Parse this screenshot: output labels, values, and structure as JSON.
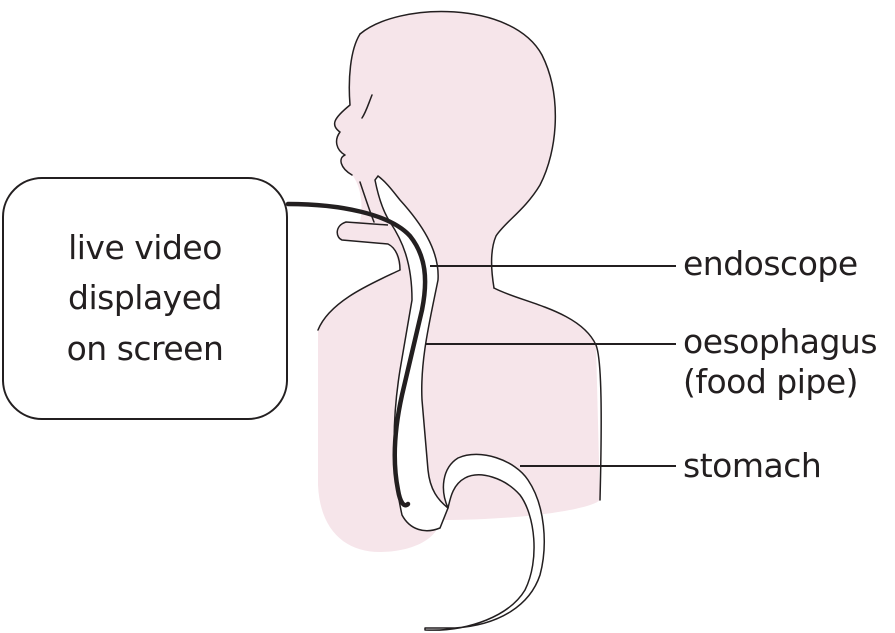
{
  "colors": {
    "body_fill": "#f6e5ea",
    "stroke": "#231f20"
  },
  "screen": {
    "lines": [
      "live video",
      "displayed",
      "on screen"
    ]
  },
  "labels": {
    "endoscope": "endoscope",
    "oesophagus_line1": "oesophagus",
    "oesophagus_line2": "(food pipe)",
    "stomach": "stomach"
  }
}
